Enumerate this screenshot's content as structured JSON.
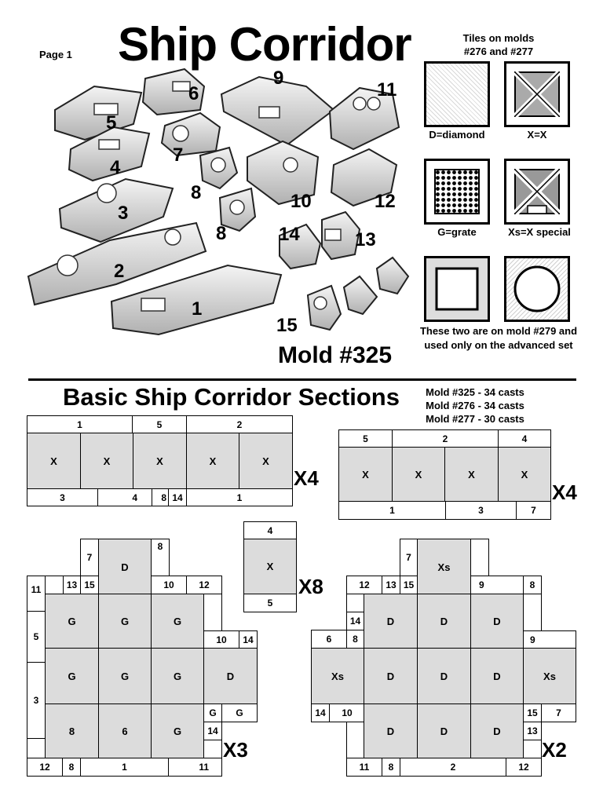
{
  "page_label": "Page 1",
  "title": "Ship Corridor",
  "mold_label": "Mold #325",
  "piece_numbers": [
    "1",
    "2",
    "3",
    "4",
    "5",
    "6",
    "7",
    "8",
    "8",
    "9",
    "10",
    "11",
    "12",
    "13",
    "14",
    "15"
  ],
  "tiles": {
    "heading": "Tiles on molds\n#276 and #277",
    "diamond_caption": "D=diamond",
    "x_caption": "X=X",
    "grate_caption": "G=grate",
    "xs_caption": "Xs=X special",
    "advanced_note": "These two are on mold #279 and used only on the advanced set"
  },
  "section_title": "Basic Ship Corridor Sections",
  "cast_counts": [
    "Mold #325 - 34 casts",
    "Mold #276 - 34 casts",
    "Mold #277 - 30 casts"
  ],
  "colors": {
    "tile_fill": "#dcdcdc",
    "line": "#000000"
  },
  "layouts": [
    {
      "multiplier": "X4",
      "cells": [
        "1",
        "5",
        "2",
        "X",
        "X",
        "X",
        "X",
        "X",
        "3",
        "4",
        "8",
        "14",
        "1"
      ]
    },
    {
      "multiplier": "X4",
      "cells": [
        "5",
        "2",
        "4",
        "X",
        "X",
        "X",
        "X",
        "1",
        "3",
        "7"
      ]
    },
    {
      "multiplier": "X8",
      "cells": [
        "4",
        "X",
        "5"
      ]
    },
    {
      "multiplier": "X3",
      "cells": [
        "7",
        "D",
        "8",
        "11",
        "13",
        "15",
        "10",
        "12",
        "G",
        "G",
        "G",
        "5",
        "10",
        "14",
        "G",
        "G",
        "G",
        "D",
        "3",
        "8",
        "6",
        "G",
        "G",
        "G",
        "14",
        "12",
        "8",
        "1",
        "11"
      ]
    },
    {
      "multiplier": "X2",
      "cells": [
        "7",
        "Xs",
        "12",
        "13",
        "15",
        "9",
        "8",
        "14",
        "D",
        "D",
        "D",
        "6",
        "8",
        "9",
        "Xs",
        "D",
        "D",
        "D",
        "Xs",
        "14",
        "10",
        "15",
        "7",
        "D",
        "D",
        "D",
        "13",
        "11",
        "8",
        "2",
        "12"
      ]
    }
  ]
}
